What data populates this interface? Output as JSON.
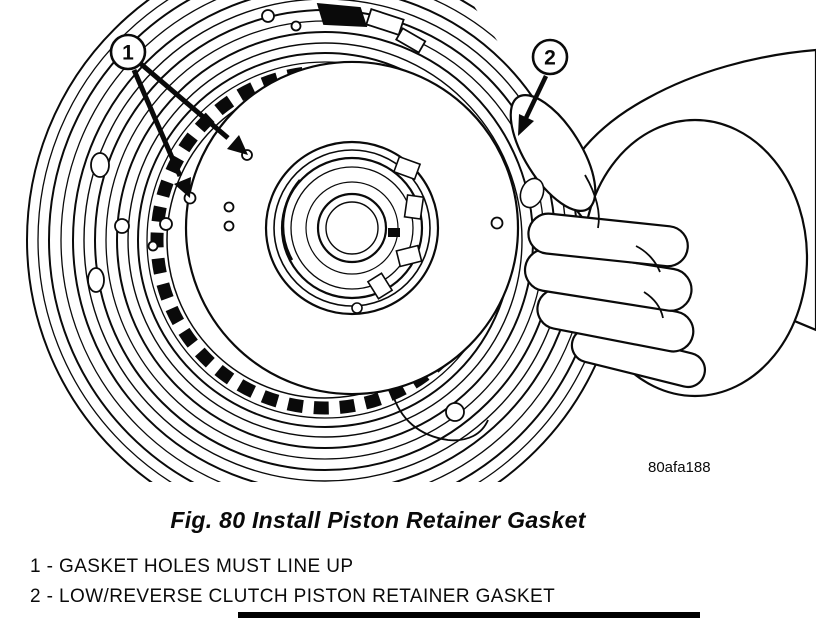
{
  "figure": {
    "caption": "Fig. 80 Install Piston Retainer Gasket",
    "reference_code": "80afa188",
    "callouts": [
      {
        "number": "1",
        "label": "GASKET HOLES MUST LINE UP"
      },
      {
        "number": "2",
        "label": "LOW/REVERSE CLUTCH PISTON RETAINER GASKET"
      }
    ],
    "legend": [
      "1 - GASKET HOLES MUST LINE UP",
      "2 - LOW/REVERSE CLUTCH PISTON RETAINER GASKET"
    ]
  },
  "colors": {
    "ink": "#0a0a0a",
    "paper": "#ffffff"
  }
}
